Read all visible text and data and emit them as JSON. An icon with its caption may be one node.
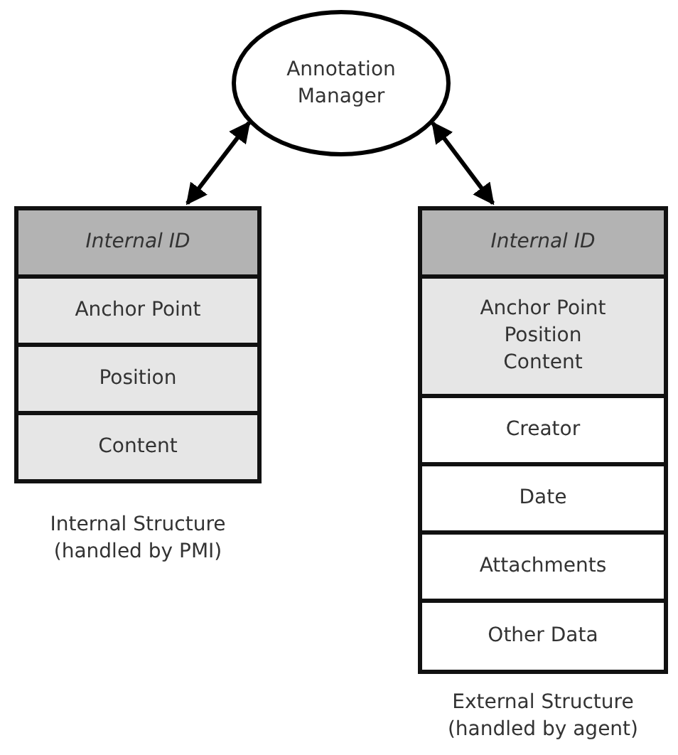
{
  "diagram": {
    "nodes": [
      {
        "text": [
          "Annotation Manager"
        ]
      },
      {
        "text": [],
        "shape": "box",
        "beside": [
          "Internal Structure (handled by PMI)"
        ]
      },
      {
        "text": [
          "Internal ID"
        ],
        "in": 1
      },
      {
        "text": [
          "Anchor Point"
        ],
        "in": 1
      },
      {
        "text": [
          "Position"
        ],
        "in": 1
      },
      {
        "text": [
          "Content"
        ],
        "in": 1
      },
      {
        "text": [],
        "shape": "box",
        "beside": [
          "External Structure (handled by agent)"
        ]
      },
      {
        "text": [
          "Internal ID"
        ],
        "in": 6
      },
      {
        "text": [
          "Anchor Point Position Content"
        ],
        "in": 6
      },
      {
        "text": [
          "Creator"
        ],
        "in": 6
      },
      {
        "text": [
          "Date"
        ],
        "in": 6
      },
      {
        "text": [
          "Attachments"
        ],
        "in": 6
      },
      {
        "text": [
          "Other Data"
        ],
        "in": 6
      }
    ],
    "edges": [
      {
        "from": 0,
        "to": 1,
        "arrow": "both"
      },
      {
        "from": 0,
        "to": 6,
        "arrow": "both"
      }
    ]
  }
}
